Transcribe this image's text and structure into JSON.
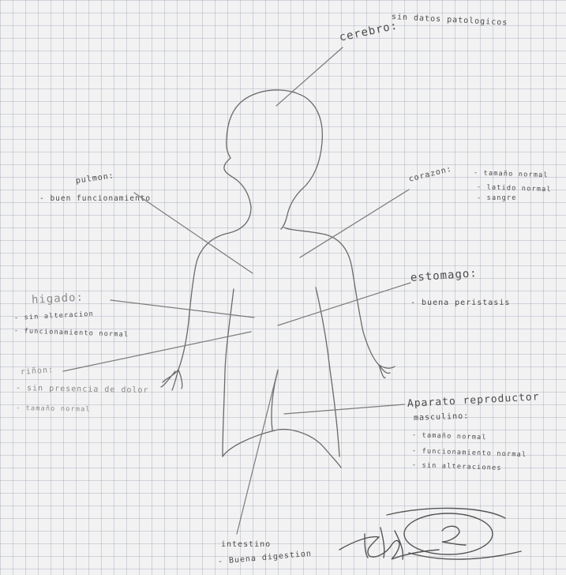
{
  "labels": {
    "cerebro_title": "cerebro:",
    "cerebro_desc": "sin datos patologicos",
    "pulmon_title": "pulmon:",
    "pulmon_item1": "- buen funcionamiento",
    "corazon_title": "corazon:",
    "corazon_item1": "- tamaño normal",
    "corazon_item2": "- latido normal",
    "corazon_item3": "- sangre",
    "estomago_title": "estomago:",
    "estomago_item1": "- buena peristasis",
    "higado_title": "higado:",
    "higado_item1": "- sin alteracion",
    "higado_item2": "- funcionamiento normal",
    "rinon_title": "riñon:",
    "rinon_item1": "- sin presencia de dolor",
    "rinon_item2": "- tamaño normal",
    "aparato_title_1": "Aparato reproductor",
    "aparato_title_2": "masculino:",
    "aparato_item1": "- tamaño normal",
    "aparato_item2": "- funcionamiento normal",
    "aparato_item3": "- sin alteraciones",
    "intestino_title": "intestino",
    "intestino_item1": "- Buena digestion"
  },
  "colors": {
    "paper": "#f2f2f3",
    "grid": "#8a94a8",
    "pencil": "#5a5a5a",
    "faint_pencil": "#9a9a9a"
  }
}
